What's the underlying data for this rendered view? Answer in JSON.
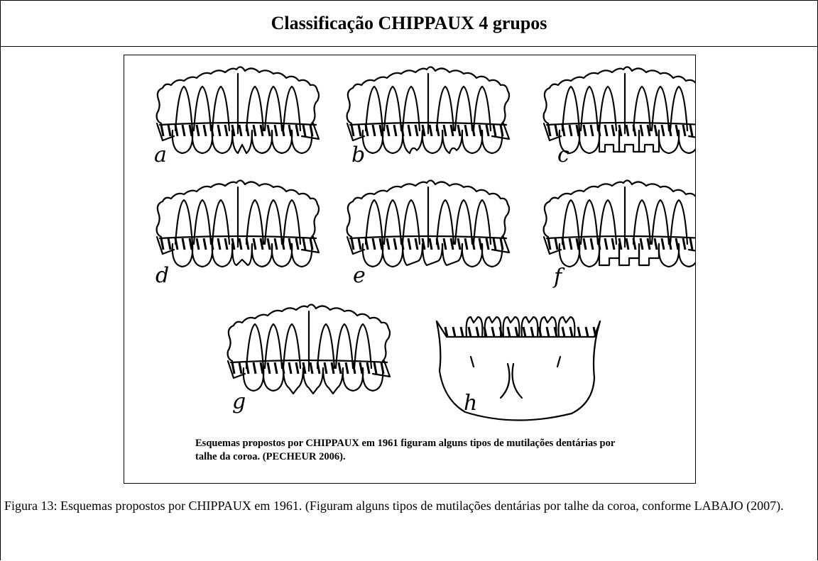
{
  "table": {
    "title": "Classificação CHIPPAUX 4 grupos"
  },
  "figure": {
    "panels": [
      {
        "label": "a",
        "type": "upper",
        "cut": "v"
      },
      {
        "label": "b",
        "type": "upper",
        "cut": "notch"
      },
      {
        "label": "c",
        "type": "upper",
        "cut": "rect"
      },
      {
        "label": "d",
        "type": "upper",
        "cut": "single"
      },
      {
        "label": "e",
        "type": "upper",
        "cut": "bevel"
      },
      {
        "label": "f",
        "type": "upper",
        "cut": "step"
      },
      {
        "label": "g",
        "type": "upper",
        "cut": "point"
      },
      {
        "label": "h",
        "type": "lower",
        "cut": "lower-notch"
      }
    ],
    "inner_caption": "Esquemas propostos por CHIPPAUX em 1961 figuram alguns tipos de mutilações dentárias por talhe da coroa. (PECHEUR 2006)."
  },
  "caption": "Figura 13: Esquemas propostos por CHIPPAUX em 1961. (Figuram alguns tipos de mutilações dentárias por talhe da coroa, conforme LABAJO (2007)."
}
